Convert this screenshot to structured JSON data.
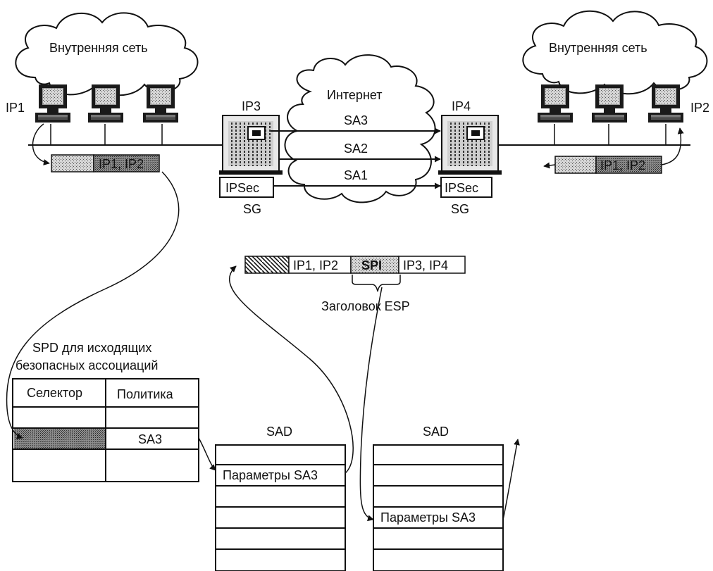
{
  "left_network": {
    "cloud_label": "Внутренняя сеть",
    "host_label": "IP1"
  },
  "right_network": {
    "cloud_label": "Внутренняя сеть",
    "host_label": "IP2"
  },
  "internet": {
    "label": "Интернет",
    "tunnels": [
      "SA3",
      "SA2",
      "SA1"
    ]
  },
  "gateway_left": {
    "address": "IP3",
    "module": "IPSec",
    "role": "SG"
  },
  "gateway_right": {
    "address": "IP4",
    "module": "IPSec",
    "role": "SG"
  },
  "packet_left": {
    "header": "IP1, IP2"
  },
  "packet_right": {
    "header": "IP1, IP2"
  },
  "tunnel_packet": {
    "inner": "IP1, IP2",
    "spi": "SPI",
    "outer": "IP3, IP4",
    "esp_caption": "Заголовок ESP"
  },
  "spd": {
    "caption_line1": "SPD для исходящих",
    "caption_line2": "безопасных ассоциаций",
    "col_selector": "Селектор",
    "col_policy": "Политика",
    "policy_value": "SA3"
  },
  "sad_left": {
    "title": "SAD",
    "entry": "Параметры SA3"
  },
  "sad_right": {
    "title": "SAD",
    "entry": "Параметры SA3"
  }
}
